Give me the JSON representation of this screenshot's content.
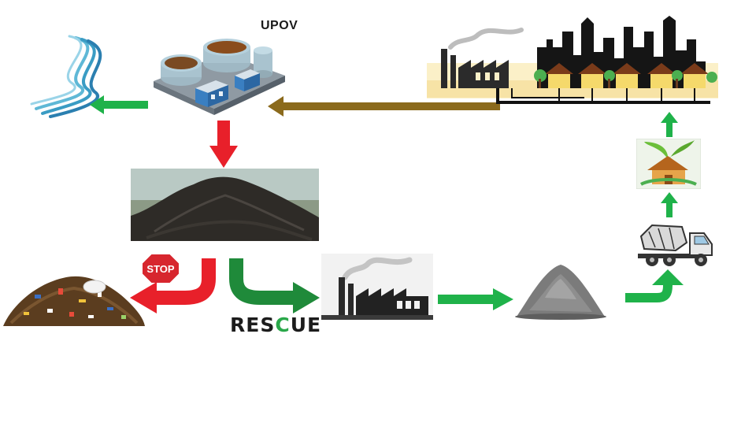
{
  "labels": {
    "plant": "UPOV",
    "rescue_prefix": "RES",
    "rescue_mid": "C",
    "rescue_suffix": "UE",
    "stop_sign": "STOP"
  },
  "colors": {
    "green_arrow": "#1fb24a",
    "red_arrow": "#e8202a",
    "brown_arrow": "#8b6a1c",
    "dark_green_arrow": "#1f8a3a"
  },
  "icons": [
    "river-icon",
    "wastewater-plant-icon",
    "city-skyline-icon",
    "sludge-pile-icon",
    "landfill-pile-icon",
    "stop-sign-icon",
    "factory-icon",
    "powder-pile-icon",
    "green-house-icon",
    "cement-mixer-truck-icon",
    "recycle-icon"
  ]
}
